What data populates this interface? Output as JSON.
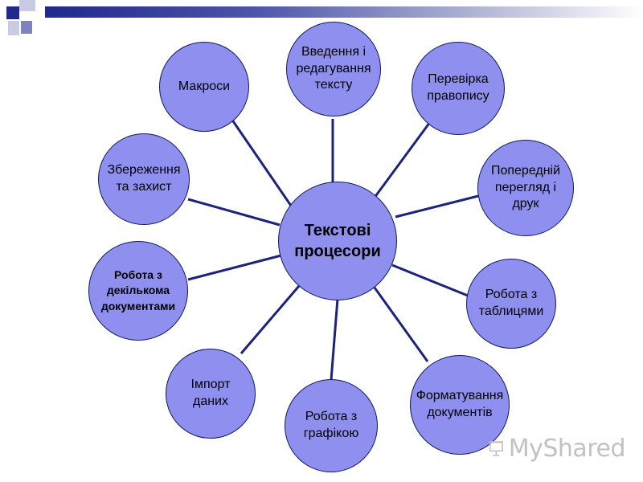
{
  "center": {
    "label": "Текстові\nпроцесори"
  },
  "nodes": [
    {
      "label": "Введення і\nредагування\nтексту"
    },
    {
      "label": "Перевірка\nправопису"
    },
    {
      "label": "Попередній\nперегляд і\nдрук"
    },
    {
      "label": "Робота з\nтаблицями"
    },
    {
      "label": "Форматування\nдокументів"
    },
    {
      "label": "Робота з\nграфікою"
    },
    {
      "label": "Імпорт\nданих"
    },
    {
      "label": "Робота з\nдекількома\nдокументами"
    },
    {
      "label": "Збереження\nта захист"
    },
    {
      "label": "Макроси"
    }
  ],
  "colors": {
    "node_fill": "#8f8ff0",
    "node_border": "#0d1a5e",
    "connector": "#1a237e",
    "header_dark": "#1f2a8a"
  },
  "watermark": {
    "text": "MyShared",
    "icon": "presentation-board-icon"
  }
}
